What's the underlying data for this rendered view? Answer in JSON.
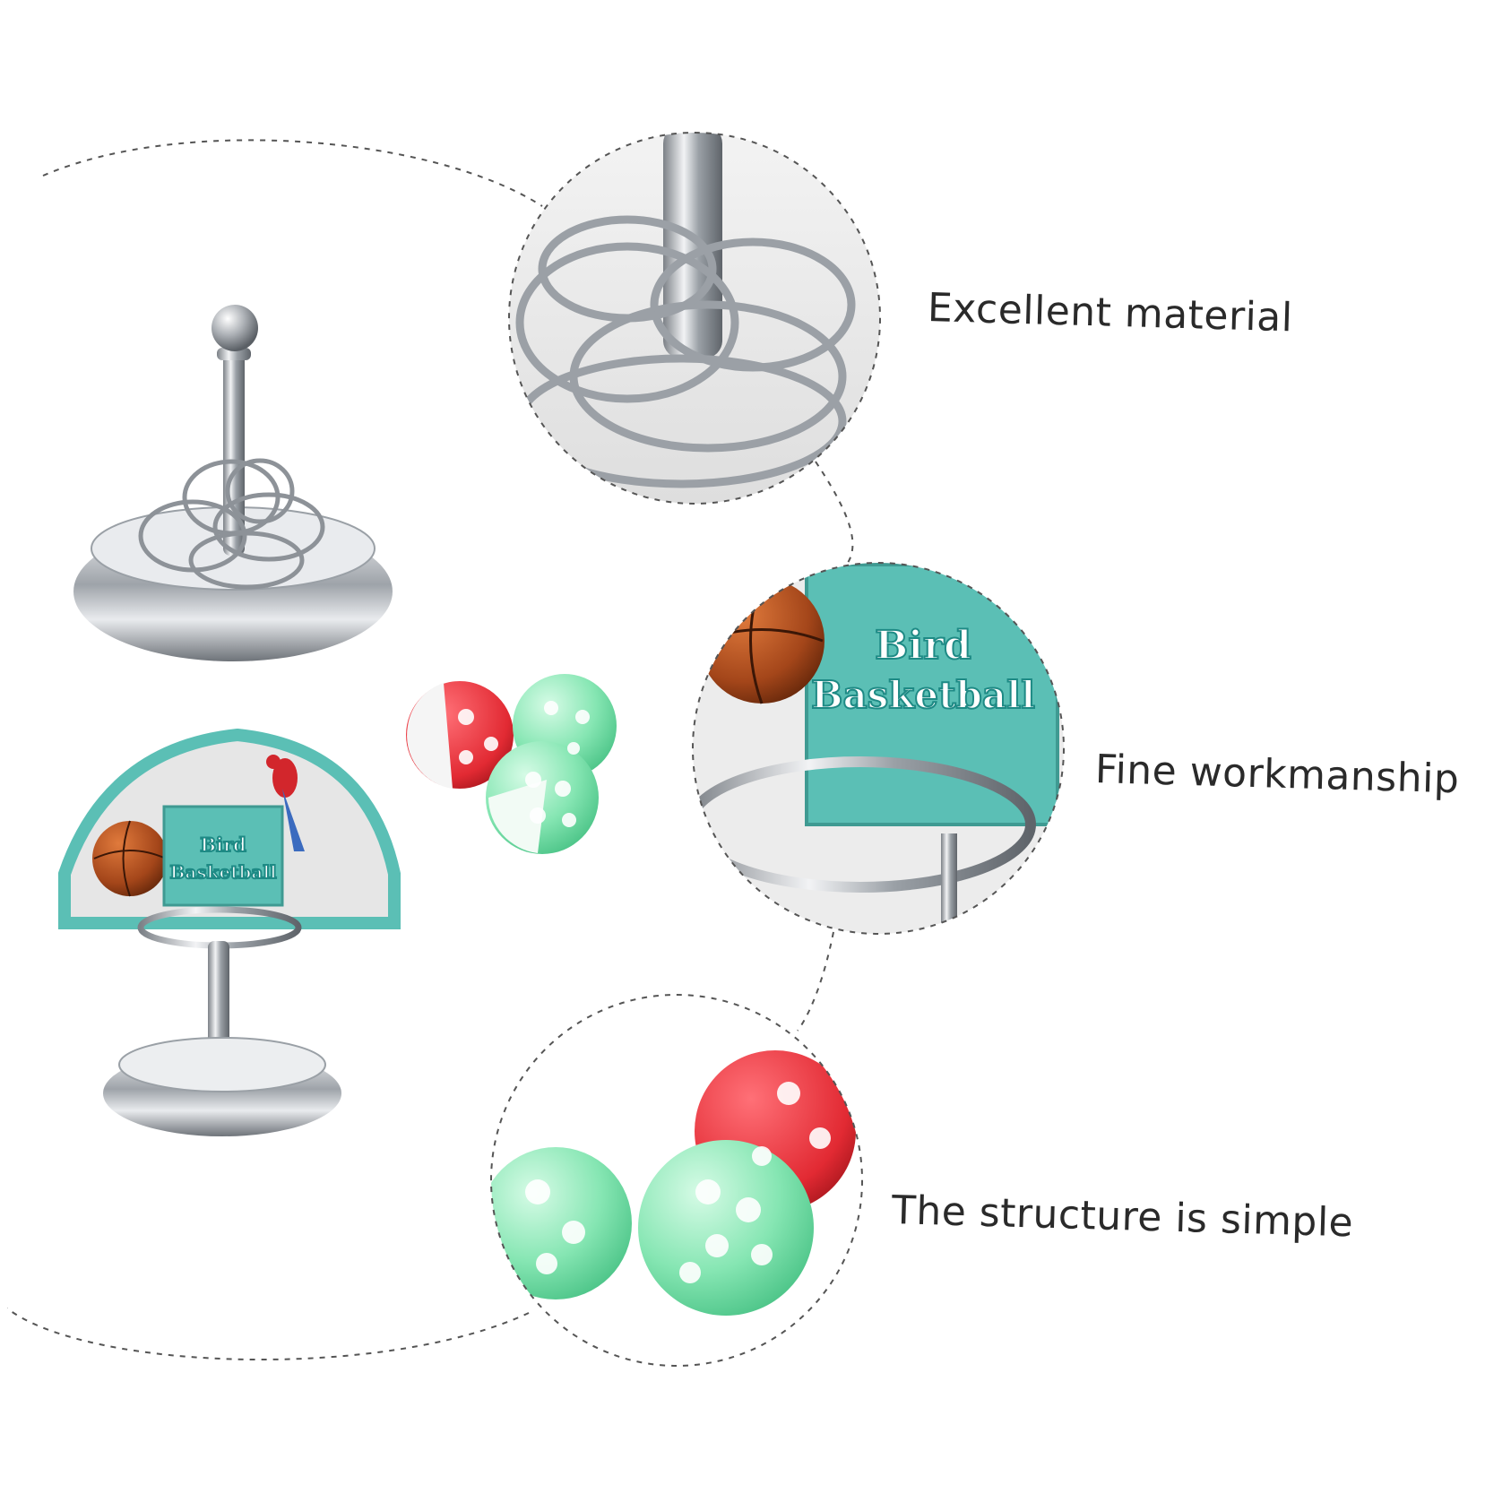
{
  "features": [
    {
      "label": "Excellent material"
    },
    {
      "label": "Fine workmanship"
    },
    {
      "label": "The structure is simple"
    }
  ],
  "backboard": {
    "line1": "Bird",
    "line2": "Basketball"
  },
  "colors": {
    "background": "#ffffff",
    "board_teal": "#5bbfb5",
    "ball_red": "#e8323a",
    "ball_green": "#7de2ad",
    "basketball_orange": "#b8531f",
    "chrome": "#c9ccd0",
    "dashed_line": "#555555"
  },
  "icons": [
    "ring-toss-stand",
    "basketball-hoop-stand",
    "bell-ball",
    "basketball"
  ]
}
